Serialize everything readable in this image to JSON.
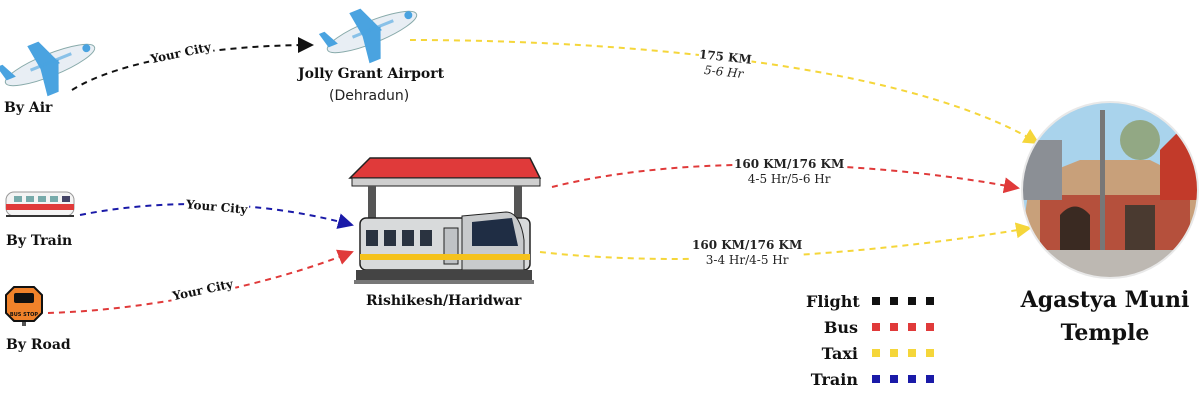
{
  "modes": {
    "air": "By Air",
    "train": "By Train",
    "road": "By Road"
  },
  "your_city": "Your City",
  "airport": {
    "name": "Jolly Grant Airport",
    "city": "(Dehradun)"
  },
  "station": {
    "name": "Rishikesh/Haridwar"
  },
  "routes": {
    "air_to_temple": {
      "distance": "175 KM",
      "time": "5-6 Hr"
    },
    "bus_to_temple": {
      "distance": "160 KM/176 KM",
      "time": "4-5 Hr/5-6 Hr"
    },
    "taxi_to_temple": {
      "distance": "160 KM/176 KM",
      "time": "3-4 Hr/4-5 Hr"
    }
  },
  "bus_stop_sign": "BUS STOP",
  "legend": [
    {
      "name": "Flight",
      "color": "#111111"
    },
    {
      "name": "Bus",
      "color": "#e03a3a"
    },
    {
      "name": "Taxi",
      "color": "#f5d63a"
    },
    {
      "name": "Train",
      "color": "#1a1aa8"
    }
  ],
  "destination": {
    "line1": "Agastya Muni",
    "line2": "Temple"
  }
}
